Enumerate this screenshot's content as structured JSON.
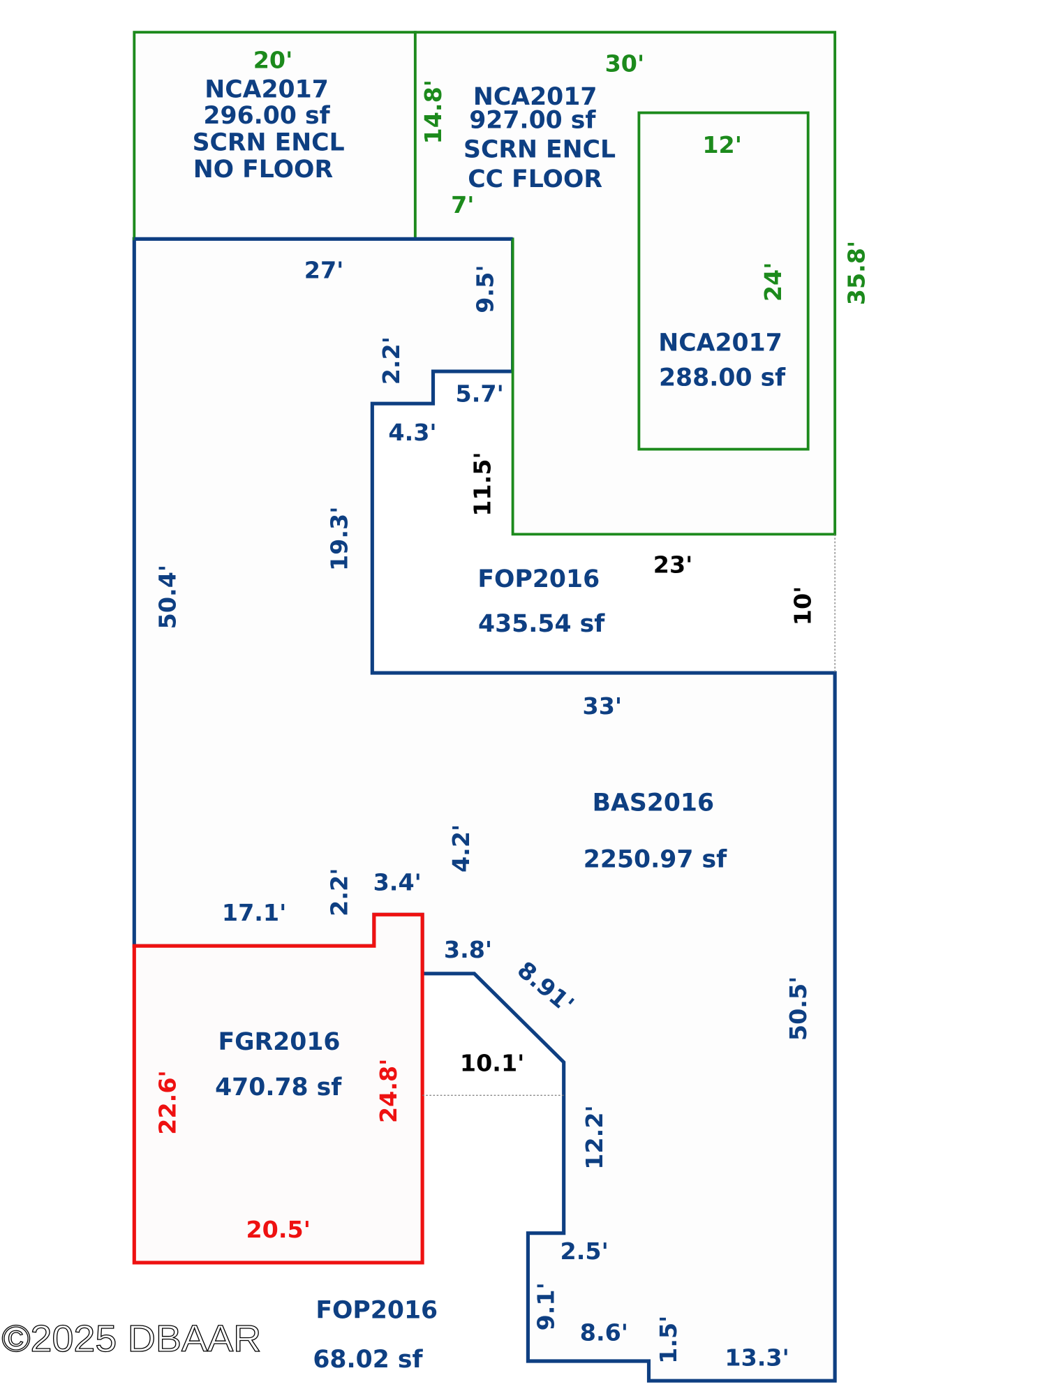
{
  "watermark": "©2025 DBAAR",
  "colors": {
    "nca": "#1c8a1c",
    "bas": "#0e3f82",
    "fgr": "#ee1111"
  },
  "areas": {
    "nca_left": {
      "code": "NCA2017",
      "area": "296.00 sf",
      "desc1": "SCRN ENCL",
      "desc2": "NO FLOOR"
    },
    "nca_right": {
      "code": "NCA2017",
      "area": "927.00 sf",
      "desc1": "SCRN ENCL",
      "desc2": "CC FLOOR"
    },
    "nca_inner": {
      "code": "NCA2017",
      "area": "288.00 sf"
    },
    "fop_top": {
      "code": "FOP2016",
      "area": "435.54 sf"
    },
    "bas": {
      "code": "BAS2016",
      "area": "2250.97 sf"
    },
    "fgr": {
      "code": "FGR2016",
      "area": "470.78 sf"
    },
    "fop_bottom": {
      "code": "FOP2016",
      "area": "68.02 sf"
    }
  },
  "dims": {
    "d20": "20'",
    "d30": "30'",
    "d14_8": "14.8'",
    "d7": "7'",
    "d12": "12'",
    "d24": "24'",
    "d35_8": "35.8'",
    "d27": "27'",
    "d9_5": "9.5'",
    "d2_2a": "2.2'",
    "d5_7": "5.7'",
    "d4_3": "4.3'",
    "d11_5": "11.5'",
    "d19_3": "19.3'",
    "d50_4": "50.4'",
    "d23": "23'",
    "d10": "10'",
    "d33": "33'",
    "d4_2": "4.2'",
    "d2_2b": "2.2'",
    "d3_4": "3.4'",
    "d17_1": "17.1'",
    "d3_8": "3.8'",
    "d8_91": "8.91'",
    "d10_1": "10.1'",
    "d50_5": "50.5'",
    "d22_6": "22.6'",
    "d24_8": "24.8'",
    "d20_5": "20.5'",
    "d12_2": "12.2'",
    "d2_5": "2.5'",
    "d9_1": "9.1'",
    "d8_6": "8.6'",
    "d1_5": "1.5'",
    "d13_3": "13.3'"
  }
}
